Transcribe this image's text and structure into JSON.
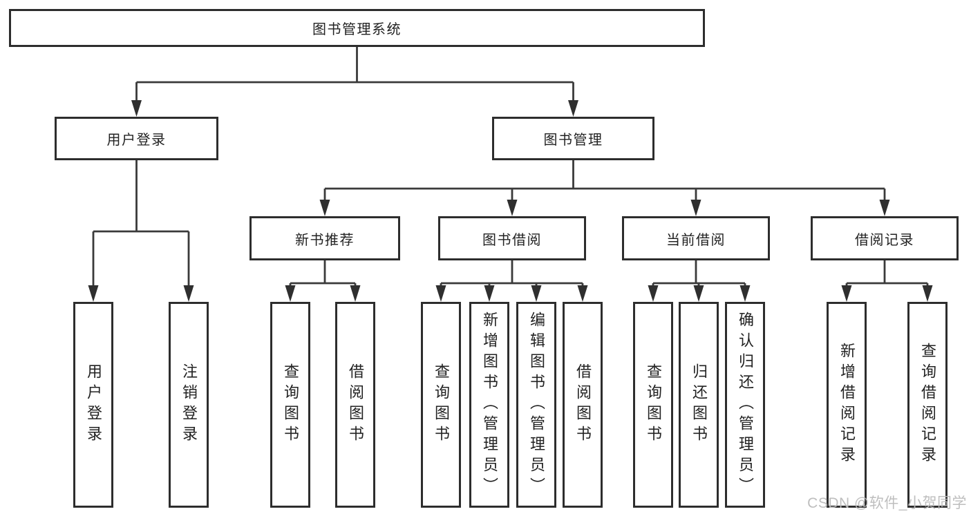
{
  "diagram_title": "图书管理系统",
  "nodes": {
    "root": "图书管理系统",
    "user_login": "用户登录",
    "book_mgmt": "图书管理",
    "new_book_rec": "新书推荐",
    "book_borrow": "图书借阅",
    "current_borrow": "当前借阅",
    "borrow_records": "借阅记录",
    "ul_user_login": "用户登录",
    "ul_logout": "注销登录",
    "nbr_query_book": "查询图书",
    "nbr_borrow_book": "借阅图书",
    "bb_query_book": "查询图书",
    "bb_add_book": "新增图书（管理员）",
    "bb_edit_book": "编辑图书（管理员）",
    "bb_borrow_book": "借阅图书",
    "cb_query_book": "查询图书",
    "cb_return_book": "归还图书",
    "cb_confirm_return": "确认归还（管理员）",
    "br_add_record": "新增借阅记录",
    "br_query_record": "查询借阅记录"
  },
  "edges": [
    [
      "root",
      "user_login"
    ],
    [
      "root",
      "book_mgmt"
    ],
    [
      "user_login",
      "ul_user_login"
    ],
    [
      "user_login",
      "ul_logout"
    ],
    [
      "book_mgmt",
      "new_book_rec"
    ],
    [
      "book_mgmt",
      "book_borrow"
    ],
    [
      "book_mgmt",
      "current_borrow"
    ],
    [
      "book_mgmt",
      "borrow_records"
    ],
    [
      "new_book_rec",
      "nbr_query_book"
    ],
    [
      "new_book_rec",
      "nbr_borrow_book"
    ],
    [
      "book_borrow",
      "bb_query_book"
    ],
    [
      "book_borrow",
      "bb_add_book"
    ],
    [
      "book_borrow",
      "bb_edit_book"
    ],
    [
      "book_borrow",
      "bb_borrow_book"
    ],
    [
      "current_borrow",
      "cb_query_book"
    ],
    [
      "current_borrow",
      "cb_return_book"
    ],
    [
      "current_borrow",
      "cb_confirm_return"
    ],
    [
      "borrow_records",
      "br_add_record"
    ],
    [
      "borrow_records",
      "br_query_record"
    ]
  ],
  "watermark": {
    "text": "CSDN @软件_小贺同学"
  },
  "colors": {
    "background": "#ffffff",
    "line": "#3a3a3a",
    "box_border": "#2d2d2d",
    "text": "#222222",
    "watermark": "#bababa"
  }
}
